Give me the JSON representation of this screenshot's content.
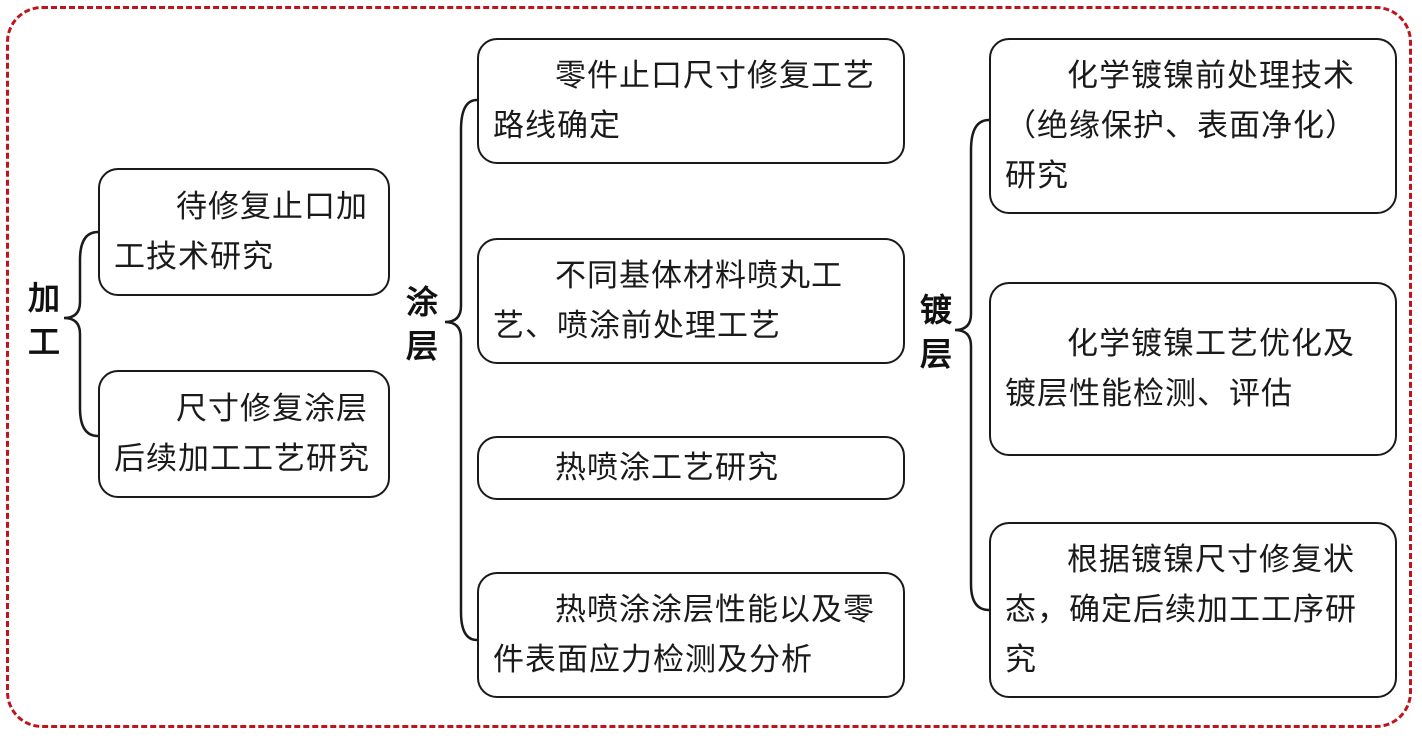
{
  "groups": [
    {
      "title": "加工",
      "items": [
        "待修复止口加工技术研究",
        "尺寸修复涂层后续加工工艺研究"
      ]
    },
    {
      "title": "涂层",
      "items": [
        "零件止口尺寸修复工艺路线确定",
        "不同基体材料喷丸工艺、喷涂前处理工艺",
        "热喷涂工艺研究",
        "热喷涂涂层性能以及零件表面应力检测及分析"
      ]
    },
    {
      "title": "镀层",
      "items": [
        "化学镀镍前处理技术（绝缘保护、表面净化）研究",
        "化学镀镍工艺优化及镀层性能检测、评估",
        "根据镀镍尺寸修复状态，确定后续加工工序研究"
      ]
    }
  ],
  "colors": {
    "frame": "#c0141c",
    "line": "#1a1a1a"
  }
}
